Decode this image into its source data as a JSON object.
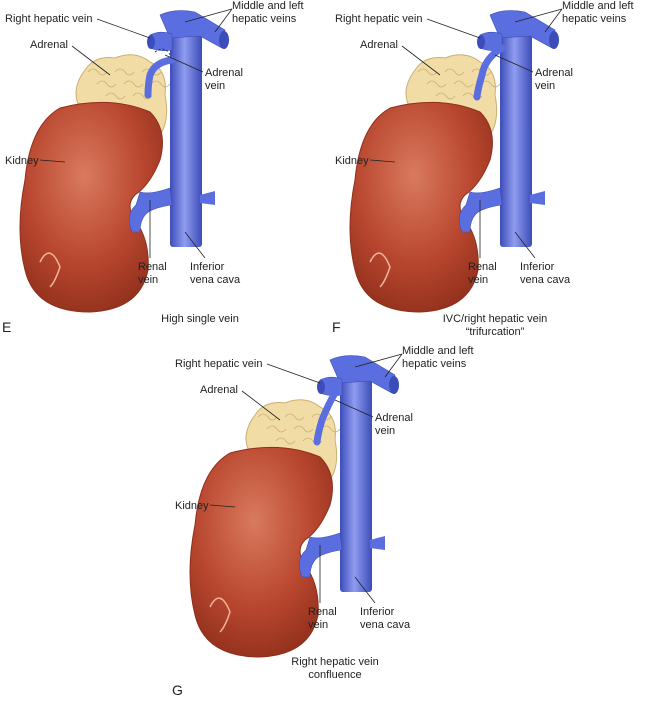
{
  "colors": {
    "vein": "#5b6ee0",
    "vein_dark": "#3c4cb8",
    "vein_light": "#8f9cf0",
    "kidney": "#b8462e",
    "kidney_dark": "#8f2f1c",
    "kidney_light": "#d97a5e",
    "adrenal": "#f1dca6",
    "adrenal_line": "#c9b070"
  },
  "panels": [
    {
      "id": "E",
      "letter": "E",
      "caption": [
        "High single vein"
      ],
      "labels": {
        "right_hepatic": "Right hepatic vein",
        "middle_left": [
          "Middle and left",
          "hepatic veins"
        ],
        "adrenal": "Adrenal",
        "adrenal_vein": [
          "Adrenal",
          "vein"
        ],
        "kidney": "Kidney",
        "renal_vein": [
          "Renal",
          "vein"
        ],
        "ivc": [
          "Inferior",
          "vena cava"
        ]
      },
      "variant": "high-single"
    },
    {
      "id": "F",
      "letter": "F",
      "caption": [
        "IVC/right hepatic vein",
        "“trifurcation”"
      ],
      "labels": {
        "right_hepatic": "Right hepatic vein",
        "middle_left": [
          "Middle and left",
          "hepatic veins"
        ],
        "adrenal": "Adrenal",
        "adrenal_vein": [
          "Adrenal",
          "vein"
        ],
        "kidney": "Kidney",
        "renal_vein": [
          "Renal",
          "vein"
        ],
        "ivc": [
          "Inferior",
          "vena cava"
        ]
      },
      "variant": "trifurcation"
    },
    {
      "id": "G",
      "letter": "G",
      "caption": [
        "Right hepatic vein",
        "confluence"
      ],
      "labels": {
        "right_hepatic": "Right hepatic vein",
        "middle_left": [
          "Middle and left",
          "hepatic veins"
        ],
        "adrenal": "Adrenal",
        "adrenal_vein": [
          "Adrenal",
          "vein"
        ],
        "kidney": "Kidney",
        "renal_vein": [
          "Renal",
          "vein"
        ],
        "ivc": [
          "Inferior",
          "vena cava"
        ]
      },
      "variant": "confluence"
    }
  ]
}
